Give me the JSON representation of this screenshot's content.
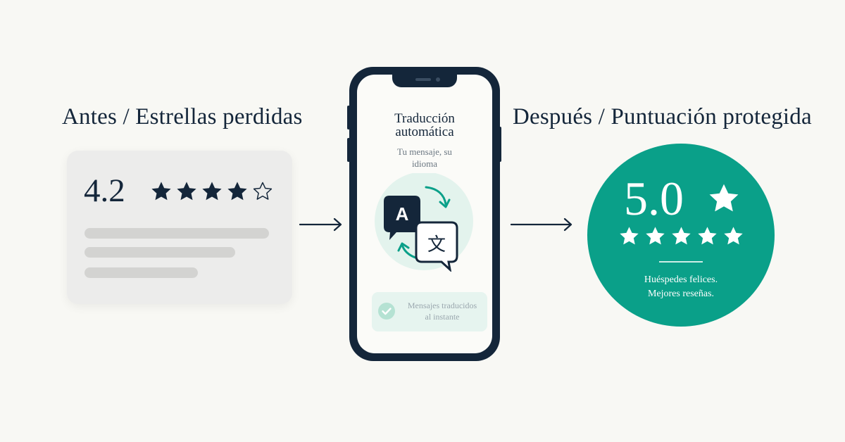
{
  "before": {
    "heading": "Antes / Estrellas perdidas",
    "rating": "4.2",
    "stars": 4.2,
    "star_color": "#14263a"
  },
  "phone": {
    "title_line1": "Traducción",
    "title_line2": "automática",
    "subtitle_line1": "Tu mensaje, su",
    "subtitle_line2": "idioma",
    "badge_a": "A",
    "badge_b": "文",
    "note_line1": "Mensajes traducidos",
    "note_line2": "al instante"
  },
  "after": {
    "heading": "Después / Puntuación protegida",
    "rating": "5.0",
    "stars": 5,
    "tagline_line1": "Huéspedes felices.",
    "tagline_line2": "Mejores reseñas.",
    "accent_color": "#0aa089"
  },
  "icons": [
    "arrow-right-icon",
    "star-icon",
    "star-outline-icon",
    "translate-icon",
    "check-icon"
  ]
}
